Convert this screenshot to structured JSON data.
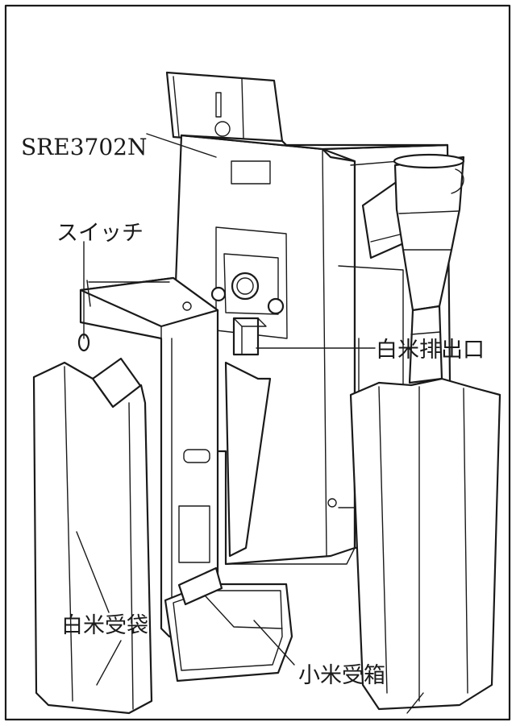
{
  "labels": {
    "model": "SRE3702N",
    "switch": "スイッチ",
    "rice_outlet": "白米排出口",
    "rice_bag": "白米受袋",
    "small_rice_box": "小米受箱"
  }
}
